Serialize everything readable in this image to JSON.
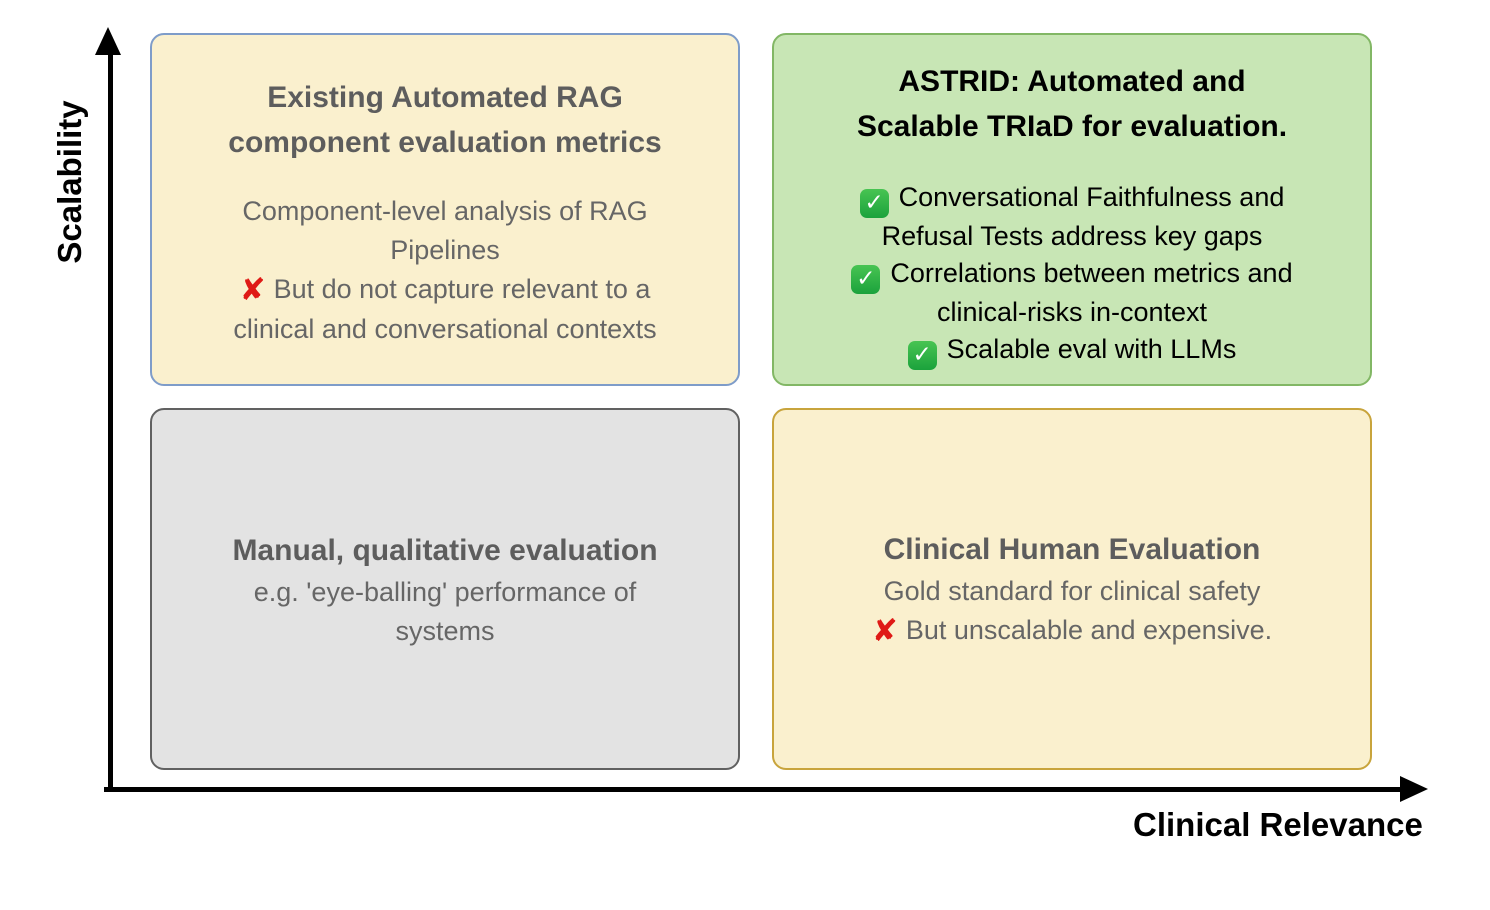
{
  "axes": {
    "y_label": "Scalability",
    "x_label": "Clinical Relevance"
  },
  "icons": {
    "check": "✓",
    "cross": "✘"
  },
  "colors": {
    "quadrant_fill_cream": "#FAF0CE",
    "quadrant_border_blue": "#7E9CC9",
    "quadrant_fill_green": "#C8E6B5",
    "quadrant_border_green": "#82B765",
    "quadrant_fill_gray": "#E3E3E3",
    "quadrant_border_gray": "#616161",
    "quadrant_border_gold": "#C8A43C",
    "check_green": "#1BA23C",
    "cross_red": "#DF1A16",
    "heading_gray": "#5D5D5D",
    "body_gray": "#666666"
  },
  "quadrants": {
    "existing_rag": {
      "title_lines": [
        "Existing Automated RAG",
        "component evaluation metrics"
      ],
      "body_lines": [
        "Component-level analysis of RAG",
        "Pipelines"
      ],
      "cross_lines": [
        "But do not capture relevant to a",
        "clinical and conversational contexts"
      ]
    },
    "astrid": {
      "title_lines": [
        "ASTRID: Automated and",
        "Scalable TRIaD for evaluation."
      ],
      "check_items": [
        {
          "lines": [
            "Conversational Faithfulness and",
            "Refusal Tests address key gaps"
          ]
        },
        {
          "lines": [
            "Correlations between metrics and",
            "clinical-risks in-context"
          ]
        },
        {
          "lines": [
            "Scalable eval with LLMs"
          ]
        }
      ]
    },
    "manual": {
      "title_lines": [
        "Manual, qualitative evaluation"
      ],
      "body_lines": [
        "e.g. 'eye-balling' performance of",
        "systems"
      ]
    },
    "clinical_human": {
      "title_lines": [
        "Clinical Human Evaluation"
      ],
      "body_lines": [
        "Gold standard for clinical safety"
      ],
      "cross_lines": [
        "But unscalable and expensive."
      ]
    }
  }
}
